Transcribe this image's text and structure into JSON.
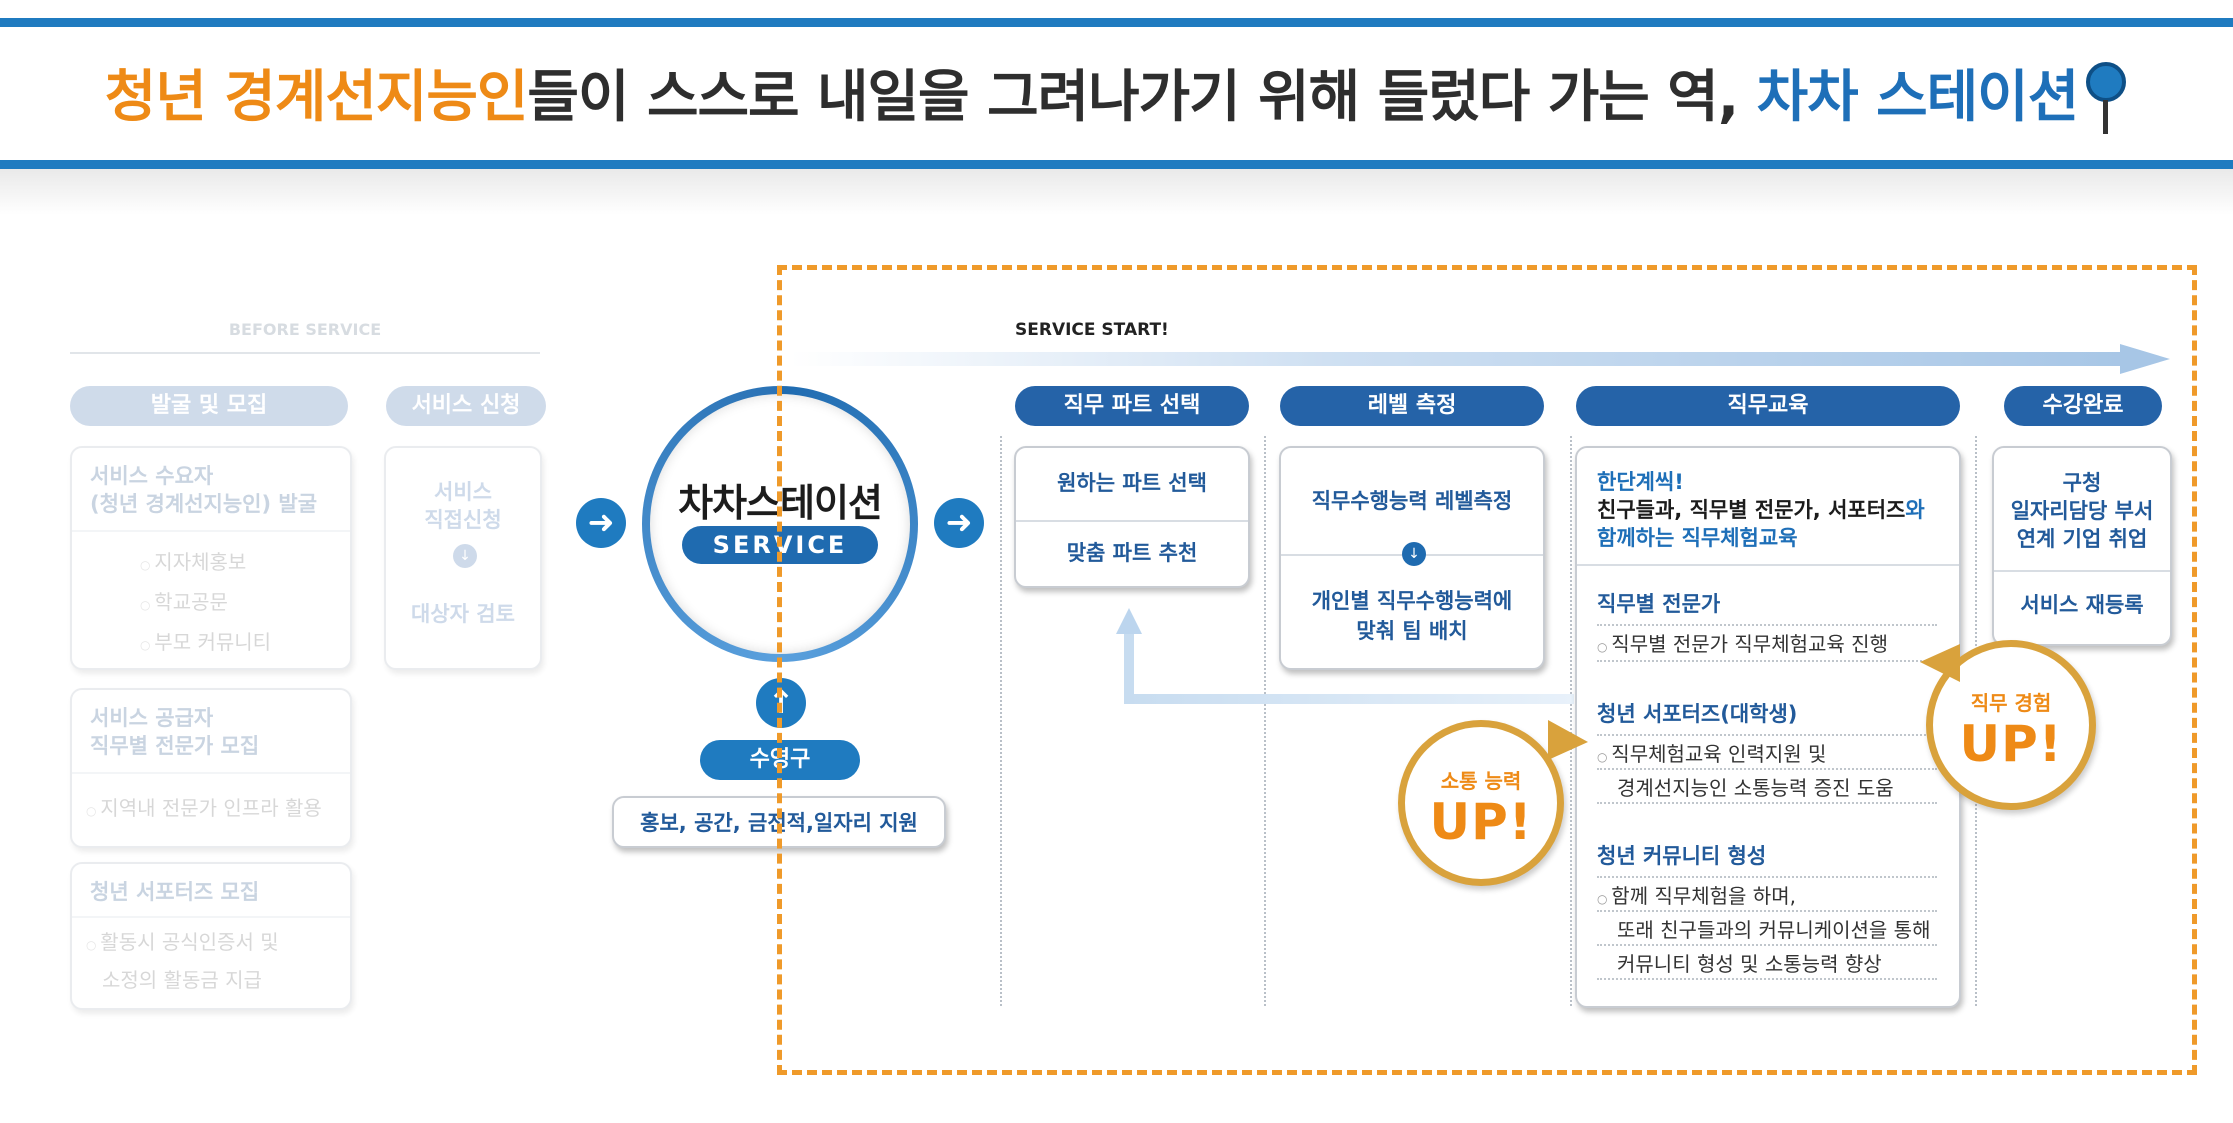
{
  "header": {
    "title_orange": "청년 경계선지능인",
    "title_dark": "들이 스스로 내일을 그려나가기 위해 들렀다 가는 역,",
    "title_blue": "차차 스테이션"
  },
  "before": {
    "label": "BEFORE SERVICE",
    "col1_pill": "발굴 및 모집",
    "col2_pill": "서비스 신청",
    "card1": {
      "head1": "서비스 수요자",
      "head2": "(청년 경계선지능인) 발굴",
      "items": [
        "지자체홍보",
        "학교공문",
        "부모 커뮤니티"
      ]
    },
    "card2": {
      "head1": "서비스 공급자",
      "head2": "직무별 전문가 모집",
      "items": [
        "지역내 전문가 인프라 활용"
      ]
    },
    "card3": {
      "head1": "청년 서포터즈 모집",
      "items": [
        "활동시 공식인증서 및",
        "소정의 활동금 지급"
      ]
    },
    "apply_card": {
      "line1": "서비스",
      "line2": "직접신청",
      "line3": "대상자 검토"
    }
  },
  "center": {
    "title": "차차스테이션",
    "service": "SERVICE",
    "support_pill": "수영구",
    "support_box": "홍보, 공간, 금전적,일자리 지원"
  },
  "service": {
    "start_label": "SERVICE START!",
    "col1": {
      "pill": "직무 파트 선택",
      "item1": "원하는 파트 선택",
      "item2": "맞춤 파트 추천"
    },
    "col2": {
      "pill": "레벨 측정",
      "item1": "직무수행능력 레벨측정",
      "item2a": "개인별 직무수행능력에",
      "item2b": "맞춰 팀 배치"
    },
    "col3": {
      "pill": "직무교육",
      "intro1": "한단계씩!",
      "intro2_dark": "친구들과, 직무별 전문가, 서포터즈",
      "intro2_blue": "와",
      "intro3": "함께하는 직무체험교육",
      "sec1_head": "직무별 전문가",
      "sec1_items": [
        "직무별 전문가 직무체험교육 진행"
      ],
      "sec2_head": "청년 서포터즈(대학생)",
      "sec2_items": [
        "직무체험교육 인력지원 및",
        "경계선지능인 소통능력 증진 도움"
      ],
      "sec3_head": "청년 커뮤니티 형성",
      "sec3_items": [
        "함께 직무체험을 하며,",
        "또래 친구들과의 커뮤니케이션을 통해",
        "커뮤니티 형성 및 소통능력 향상"
      ]
    },
    "col4": {
      "pill": "수강완료",
      "item1a": "구청",
      "item1b": "일자리담당 부서",
      "item1c": "연계 기업 취업",
      "item2": "서비스 재등록"
    },
    "bubble_left": {
      "small": "소통 능력",
      "big": "UP!"
    },
    "bubble_right": {
      "small": "직무 경험",
      "big": "UP!"
    }
  }
}
